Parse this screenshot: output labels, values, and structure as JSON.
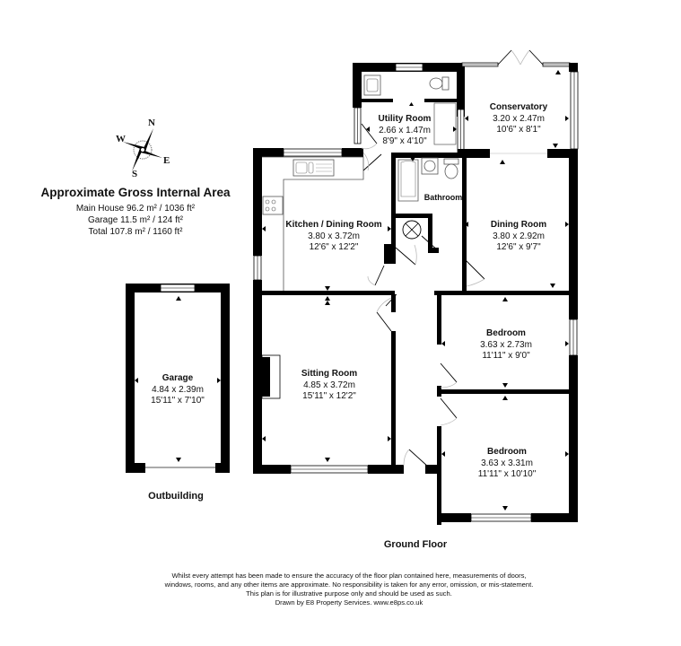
{
  "compass": {
    "icon": "compass-rose-icon",
    "north": "N",
    "south": "S",
    "east": "E",
    "west": "W"
  },
  "area_summary": {
    "title": "Approximate Gross Internal Area",
    "lines": [
      "Main House 96.2 m² / 1036 ft²",
      "Garage 11.5 m² / 124 ft²",
      "Total 107.8 m² / 1160 ft²"
    ]
  },
  "rooms": {
    "utility": {
      "name": "Utility Room",
      "metric": "2.66 x 1.47m",
      "imperial": "8'9\" x 4'10\""
    },
    "conservatory": {
      "name": "Conservatory",
      "metric": "3.20 x 2.47m",
      "imperial": "10'6\" x 8'1\""
    },
    "kitchen": {
      "name": "Kitchen / Dining Room",
      "metric": "3.80 x 3.72m",
      "imperial": "12'6\" x 12'2\""
    },
    "bathroom": {
      "name": "Bathroom"
    },
    "dining": {
      "name": "Dining Room",
      "metric": "3.80 x 2.92m",
      "imperial": "12'6\" x 9'7\""
    },
    "bedroom1": {
      "name": "Bedroom",
      "metric": "3.63 x 2.73m",
      "imperial": "11'11\" x 9'0\""
    },
    "sitting": {
      "name": "Sitting Room",
      "metric": "4.85 x 3.72m",
      "imperial": "15'11\" x 12'2\""
    },
    "bedroom2": {
      "name": "Bedroom",
      "metric": "3.63 x 3.31m",
      "imperial": "11'11\" x 10'10\""
    },
    "garage": {
      "name": "Garage",
      "metric": "4.84 x 2.39m",
      "imperial": "15'11\" x 7'10\""
    }
  },
  "floor_labels": {
    "outbuilding": "Outbuilding",
    "ground_floor": "Ground Floor"
  },
  "disclaimer": {
    "lines": [
      "Whilst every attempt has been made to ensure the accuracy of the floor plan contained here, measurements of doors,",
      "windows, rooms, and any other items are approximate. No responsibility is taken for any error, omission, or mis-statement.",
      "This plan is for illustrative purpose only and should be used as such.",
      "Drawn by E8 Property Services. www.e8ps.co.uk"
    ]
  },
  "colors": {
    "wall": "#000000",
    "background": "#ffffff",
    "fixture_line": "#555555",
    "door_arc": "#bbbbbb"
  }
}
